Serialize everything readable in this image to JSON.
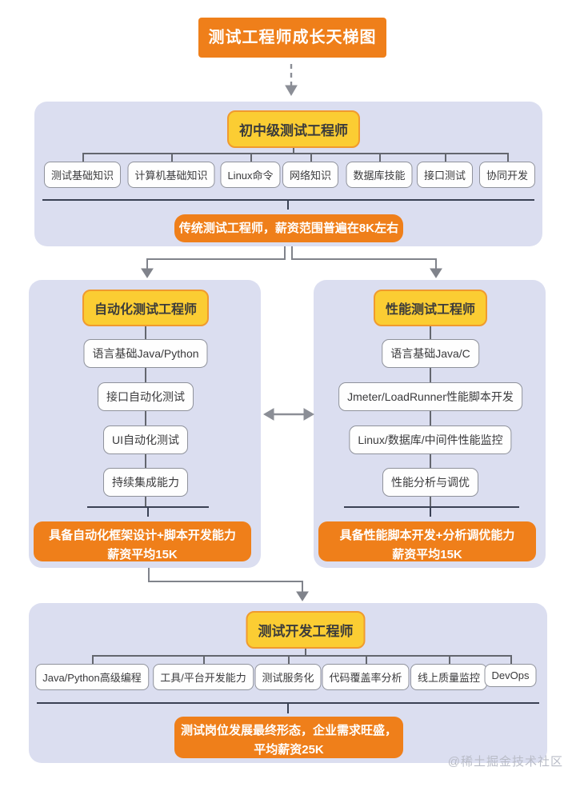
{
  "title": "测试工程师成长天梯图",
  "watermark": "@稀土掘金技术社区",
  "colors": {
    "orange_accent": "#EF7F1A",
    "badge_yellow": "#FBCD33",
    "badge_border": "#F09A2E",
    "panel_lavender": "#DBDEF0",
    "separator_dark": "#3A4154",
    "connector_gray": "#8B8E96"
  },
  "junior": {
    "badge": "初中级测试工程师",
    "skills": [
      "测试基础知识",
      "计算机基础知识",
      "Linux命令",
      "网络知识",
      "数据库技能",
      "接口测试",
      "协同开发"
    ],
    "banner": "传统测试工程师，薪资范围普遍在8K左右"
  },
  "automation": {
    "badge": "自动化测试工程师",
    "steps": [
      "语言基础Java/Python",
      "接口自动化测试",
      "UI自动化测试",
      "持续集成能力"
    ],
    "banner_line1": "具备自动化框架设计+脚本开发能力",
    "banner_line2": "薪资平均15K"
  },
  "performance": {
    "badge": "性能测试工程师",
    "steps": [
      "语言基础Java/C",
      "Jmeter/LoadRunner性能脚本开发",
      "Linux/数据库/中间件性能监控",
      "性能分析与调优"
    ],
    "banner_line1": "具备性能脚本开发+分析调优能力",
    "banner_line2": "薪资平均15K"
  },
  "testdev": {
    "badge": "测试开发工程师",
    "skills": [
      "Java/Python高级编程",
      "工具/平台开发能力",
      "测试服务化",
      "代码覆盖率分析",
      "线上质量监控",
      "DevOps"
    ],
    "banner_line1": "测试岗位发展最终形态，企业需求旺盛，",
    "banner_line2": "平均薪资25K"
  }
}
